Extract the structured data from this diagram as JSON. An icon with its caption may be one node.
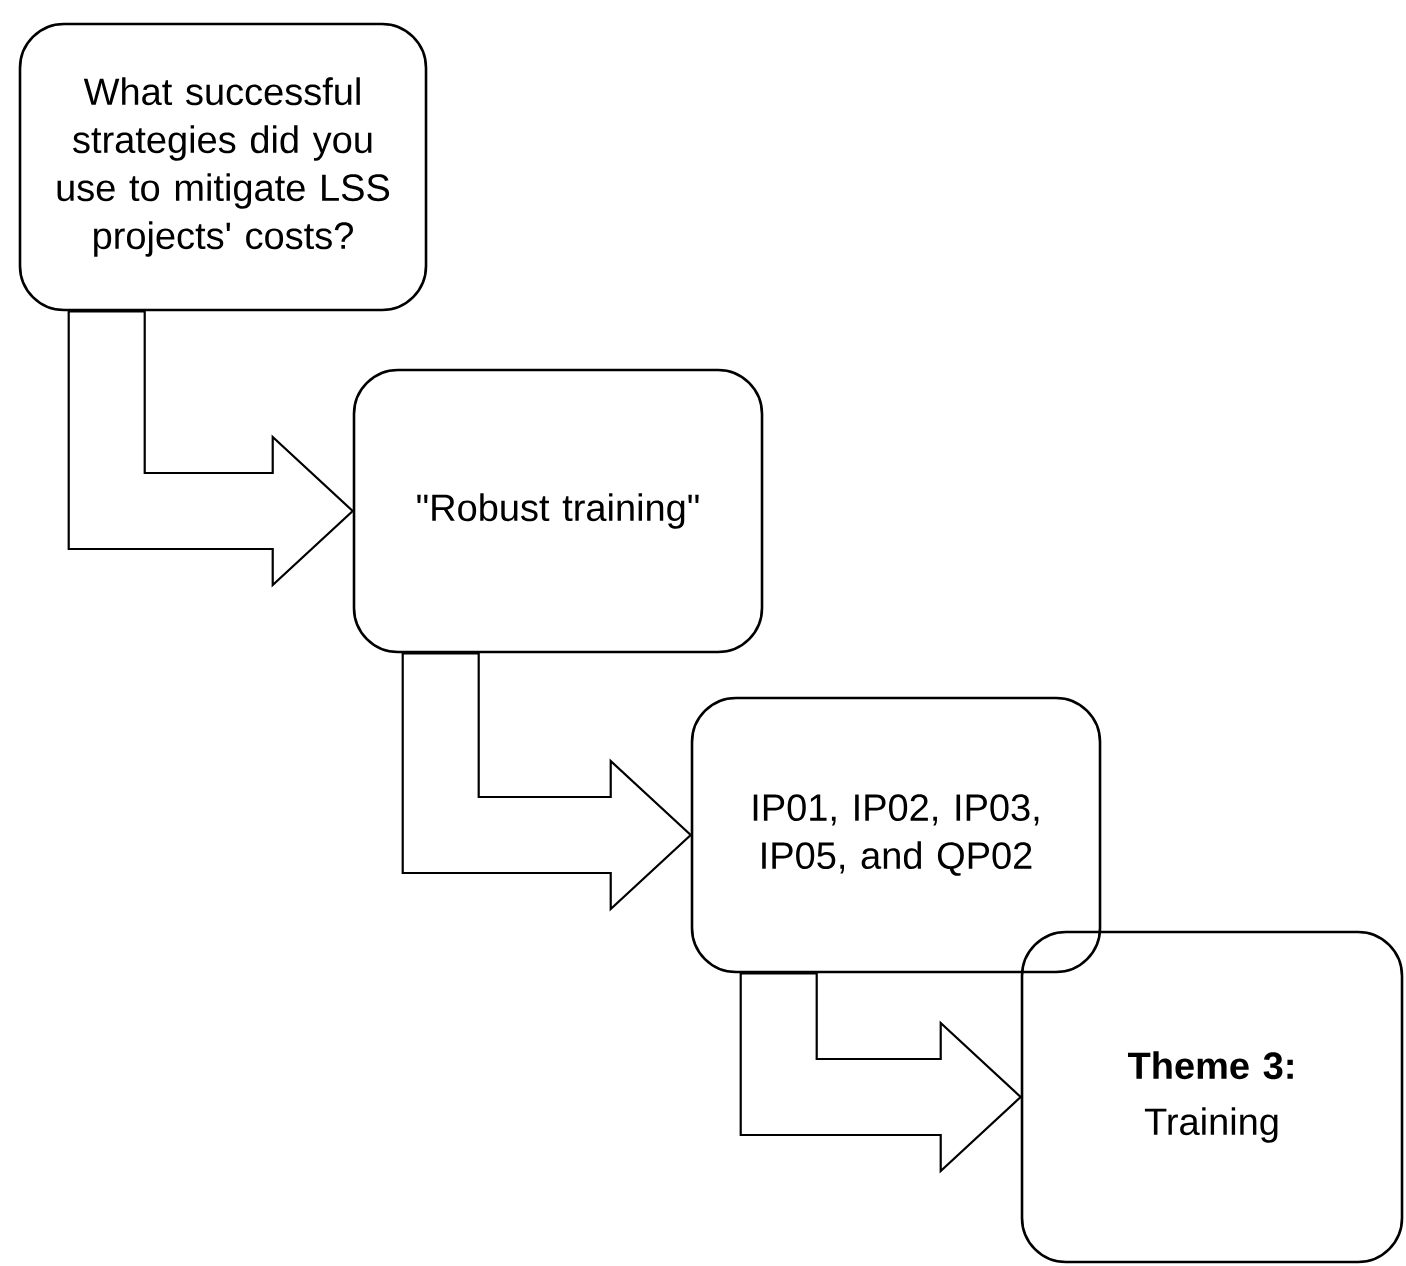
{
  "diagram": {
    "nodes": [
      {
        "text": [
          "What successful strategies did you use to mitigate LSS projects' costs?"
        ]
      },
      {
        "text": [
          "\"Robust training\""
        ]
      },
      {
        "text": [
          "IP01, IP02, IP03, IP05, and QP02"
        ]
      },
      {
        "text": [
          "Theme 3:",
          "Training"
        ]
      }
    ],
    "edges": [
      {
        "from": 0,
        "to": 1,
        "arrow": "to"
      },
      {
        "from": 1,
        "to": 2,
        "arrow": "to"
      },
      {
        "from": 2,
        "to": 3,
        "arrow": "to"
      }
    ]
  }
}
